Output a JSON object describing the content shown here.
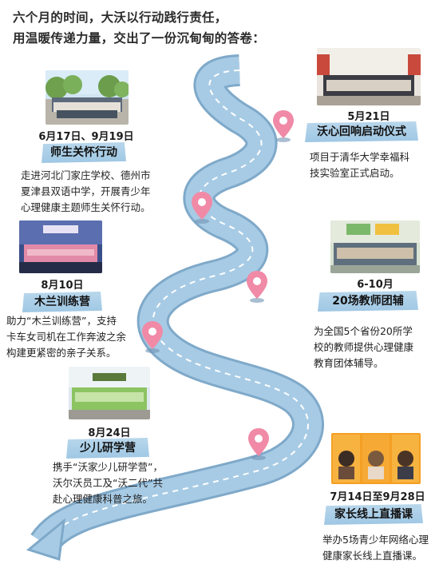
{
  "intro": {
    "line1": "六个月的时间，大沃以行动践行责任，",
    "line2": "用温暖传递力量，交出了一份沉甸甸的答卷："
  },
  "colors": {
    "road": "#9cc3df",
    "road_edge": "#7fa9c9",
    "dash": "#ffffff",
    "pin": "#f08aa6",
    "tag": "#a9cde8"
  },
  "events": [
    {
      "id": "teacher-student",
      "photo_icon": "group-outdoor-photo",
      "date": "6月17日、9月19日",
      "title": "师生关怀行动",
      "desc": [
        "走进河北门家庄学校、德州市",
        "夏津县双语中学，开展青少年",
        "心理健康主题师生关怀行动。"
      ]
    },
    {
      "id": "launch",
      "photo_icon": "launch-ceremony-photo",
      "date": "5月21日",
      "title": "沃心回响启动仪式",
      "desc": [
        "项目于清华大学幸福科",
        "技实验室正式启动。"
      ]
    },
    {
      "id": "mulan",
      "photo_icon": "camp-group-photo",
      "date": "8月10日",
      "title": "木兰训练营",
      "desc": [
        "助力“木兰训练营”，支持",
        "卡车女司机在工作奔波之余",
        "构建更紧密的亲子关系。"
      ]
    },
    {
      "id": "teacher-group",
      "photo_icon": "teacher-group-photo",
      "date": "6-10月",
      "title": "20场教师团辅",
      "desc": [
        "为全国5个省份20所学",
        "校的教师提供心理健康",
        "教育团体辅导。"
      ]
    },
    {
      "id": "youth-study",
      "photo_icon": "children-camp-photo",
      "date": "8月24日",
      "title": "少儿研学营",
      "desc": [
        "携手“沃家少儿研学营”，",
        "沃尔沃员工及“沃二代”共",
        "赴心理健康科普之旅。"
      ]
    },
    {
      "id": "parent-live",
      "photo_icon": "livestream-posters",
      "date": "7月14日至9月28日",
      "title": "家长线上直播课",
      "desc": [
        "举办5场青少年网络心理",
        "健康家长线上直播课。"
      ]
    }
  ]
}
